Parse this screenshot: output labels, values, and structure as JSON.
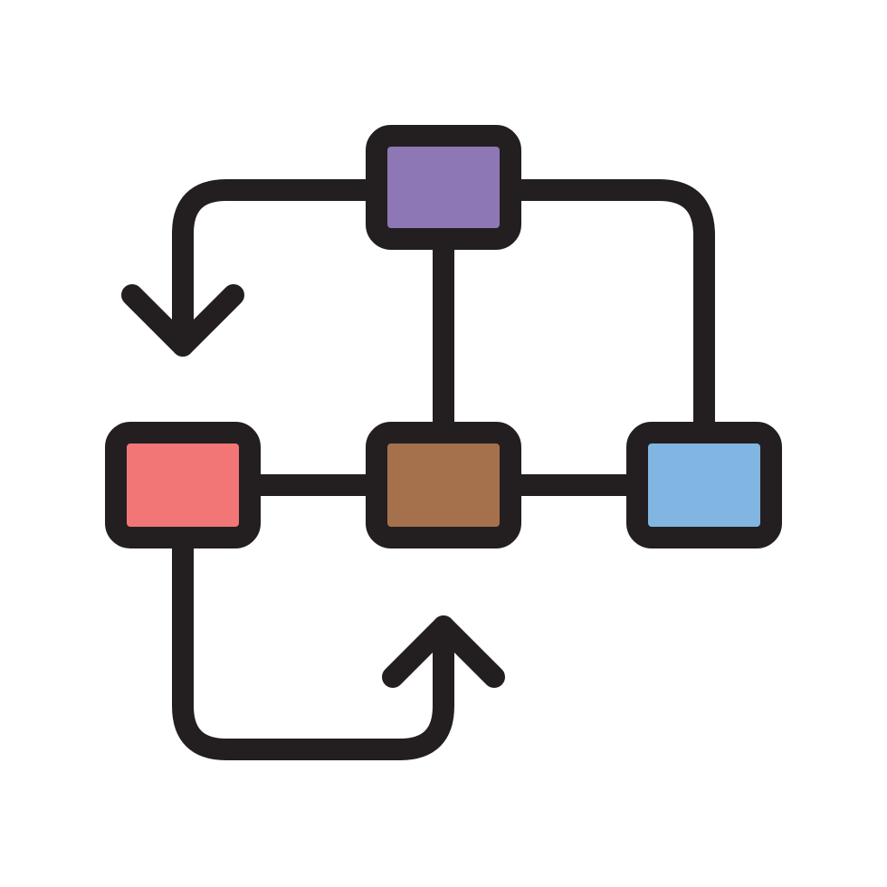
{
  "icon": {
    "name": "workflow-diagram-icon",
    "colors": {
      "background": "#ffffff",
      "stroke": "#231f20",
      "node_top": "#8d77b4",
      "node_left": "#f27676",
      "node_center": "#a5714d",
      "node_right": "#82b6e2"
    },
    "nodes": [
      "top",
      "left",
      "center",
      "right"
    ],
    "connectors": [
      "top-to-left-arrow",
      "top-to-right",
      "top-to-center",
      "left-to-center",
      "center-to-right",
      "left-to-center-arrow"
    ]
  }
}
